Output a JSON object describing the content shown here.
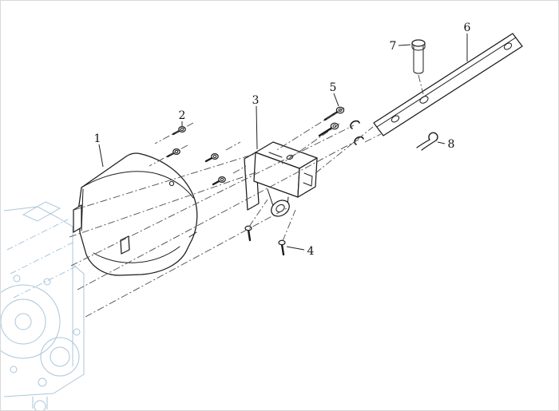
{
  "figure": {
    "background": "#ffffff",
    "line_color": "#1b1b1b",
    "ghost_color": "#aac6da",
    "callouts": [
      {
        "label": "1"
      },
      {
        "label": "2"
      },
      {
        "label": "3"
      },
      {
        "label": "4"
      },
      {
        "label": "5"
      },
      {
        "label": "6"
      },
      {
        "label": "7"
      },
      {
        "label": "8"
      }
    ]
  }
}
